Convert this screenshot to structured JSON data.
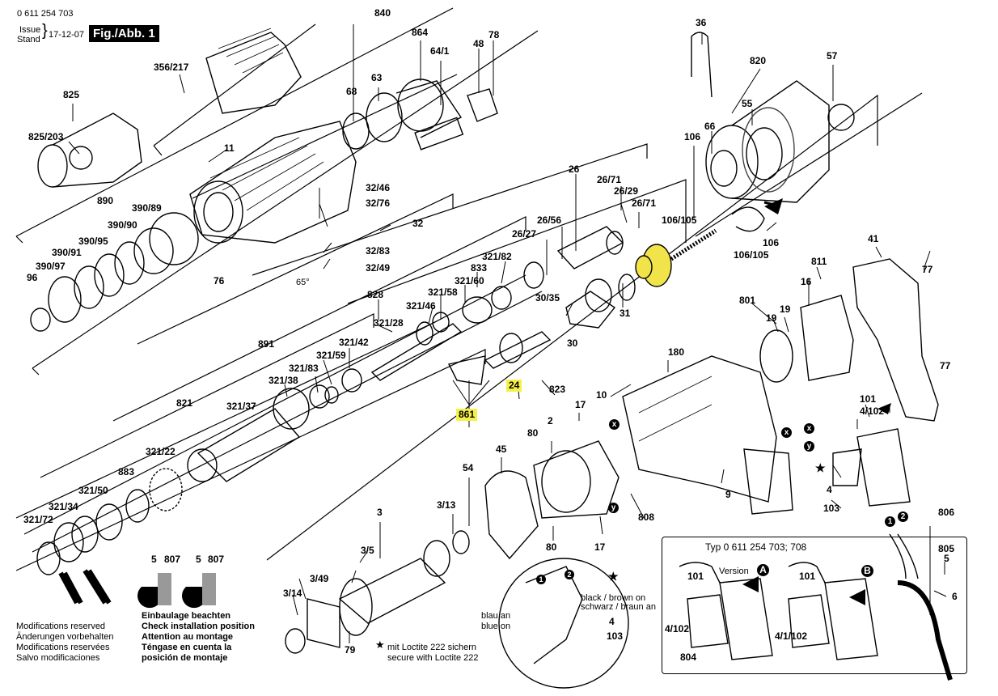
{
  "header": {
    "part_number": "0 611 254 703",
    "issue": "Issue",
    "stand": "Stand",
    "date": "17-12-07",
    "figure": "Fig./Abb. 1"
  },
  "labels": {
    "l840": "840",
    "l864": "864",
    "l48": "48",
    "l78": "78",
    "l64_1": "64/1",
    "l36": "36",
    "l356_217": "356/217",
    "l820": "820",
    "l57": "57",
    "l68": "68",
    "l63": "63",
    "l825": "825",
    "l55": "55",
    "l825_203": "825/203",
    "l106a": "106",
    "l66": "66",
    "l11": "11",
    "l26": "26",
    "l890": "890",
    "l390_89": "390/89",
    "l32_46": "32/46",
    "l26_71a": "26/71",
    "l26_29": "26/29",
    "l32_76": "32/76",
    "l26_71b": "26/71",
    "l390_90": "390/90",
    "l32": "32",
    "l26_56": "26/56",
    "l106_105a": "106/105",
    "l390_95": "390/95",
    "l26_27": "26/27",
    "l106b": "106",
    "l41": "41",
    "l390_91": "390/91",
    "l32_83": "32/83",
    "l106_105b": "106/105",
    "l321_82": "321/82",
    "l390_97": "390/97",
    "l32_49": "32/49",
    "l833": "833",
    "l811": "811",
    "l77a": "77",
    "l96": "96",
    "l76": "76",
    "l65": "65°",
    "l321_60": "321/60",
    "l16": "16",
    "l828": "828",
    "l321_58": "321/58",
    "l30_35": "30/35",
    "l31": "31",
    "l321_46": "321/46",
    "l801": "801",
    "l19a": "19",
    "l19b": "19",
    "l321_28": "321/28",
    "l30": "30",
    "l891": "891",
    "l321_42": "321/42",
    "l180": "180",
    "l321_59": "321/59",
    "l321_83": "321/83",
    "l24": "24",
    "l823": "823",
    "l321_38": "321/38",
    "l77b": "77",
    "l10": "10",
    "l101": "101",
    "l821": "821",
    "l321_37": "321/37",
    "l861": "861",
    "l17a": "17",
    "l4_102": "4/102",
    "l2": "2",
    "l80a": "80",
    "l45": "45",
    "l321_22": "321/22",
    "l883": "883",
    "l4": "4",
    "l9": "9",
    "l54": "54",
    "l321_50": "321/50",
    "l103": "103",
    "l808": "808",
    "l806": "806",
    "l321_34": "321/34",
    "l3": "3",
    "l3_13": "3/13",
    "l17b": "17",
    "l321_72": "321/72",
    "l80b": "80",
    "l805": "805",
    "l5r": "5",
    "l3_5": "3/5",
    "l3_49": "3/49",
    "l3_14": "3/14",
    "l79": "79",
    "l6": "6",
    "l5a": "5",
    "l807a": "807",
    "l5b": "5",
    "l807b": "807",
    "b101a": "101",
    "b101b": "101",
    "b4_102": "4/102",
    "b4_1_102": "4/1/102",
    "b804": "804",
    "m4": "4",
    "m103": "103"
  },
  "callouts": {
    "x": "x",
    "y": "y",
    "one": "1",
    "two": "2",
    "A": "A",
    "B": "B"
  },
  "inset": {
    "title": "Typ 0 611 254 703; 708",
    "version": "Version"
  },
  "wiring_notes": {
    "black_brown": "black / brown on",
    "schwarz_braun": "schwarz / braun an",
    "blau_an": "blau an",
    "blue_on": "blue on"
  },
  "install_note": [
    "Einbaulage beachten",
    "Check installation position",
    "Attention au montage",
    "Téngase en cuenta la",
    "posición de montaje"
  ],
  "modifications": [
    "Modifications reserved",
    "Änderungen vorbehalten",
    "Modifications reservées",
    "Salvo modificaciones"
  ],
  "loctite": [
    "mit Loctite 222 sichern",
    "secure with Loctite 222"
  ],
  "colors": {
    "highlight": "#f3f04a",
    "ink": "#000000"
  }
}
